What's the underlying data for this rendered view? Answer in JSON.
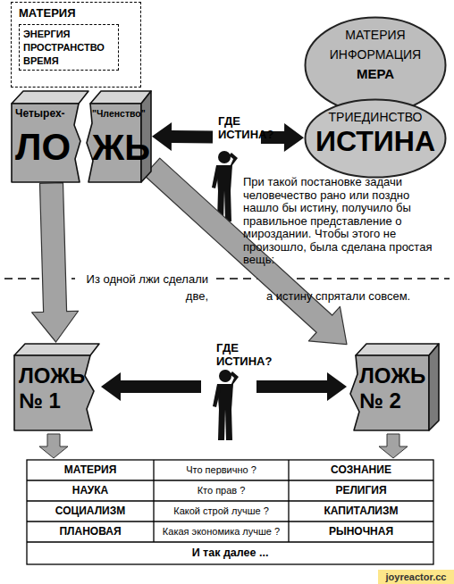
{
  "diagram": {
    "nodes": [
      {
        "text": [
          "МАТЕРИЯ"
        ]
      },
      {
        "text": [
          "ЭНЕРГИЯ ПРОСТРАНСТВО ВРЕМЯ"
        ],
        "in": 0
      },
      {
        "text": [
          "Четырех-",
          "ЛО"
        ]
      },
      {
        "text": [
          "\"Членство\"",
          "ЖЬ"
        ]
      },
      {
        "text": [
          "МАТЕРИЯ ИНФОРМАЦИЯ",
          "МЕРА"
        ]
      },
      {
        "text": [
          "ТРИЕДИНСТВО",
          "ИСТИНА"
        ]
      },
      {
        "text": [
          "ЛОЖЬ № 1"
        ]
      },
      {
        "text": [
          "ЛОЖЬ № 2"
        ]
      }
    ],
    "edges": [
      {
        "from": 3,
        "to": 5,
        "arrow": "both",
        "label": "ГДЕ ИСТИНА?"
      },
      {
        "from": 2,
        "to": 6,
        "arrow": "to"
      },
      {
        "from": 3,
        "to": 7,
        "arrow": "to"
      },
      {
        "from": 6,
        "to": 7,
        "arrow": "both",
        "label": "ГДЕ ИСТИНА?"
      }
    ],
    "labels": [
      "При такой постановке задачи человечество рано или поздно нашло бы истину, получило бы правильное представление о мироздании. Чтобы этого не произошло, была сделана простая вещь:",
      "Из одной лжи сделали две,",
      "а истину спрятали совсем.",
      "МАТЕРИЯ",
      "Что первично ?",
      "СОЗНАНИЕ",
      "НАУКА",
      "Кто прав ?",
      "РЕЛИГИЯ",
      "СОЦИАЛИЗМ",
      "Какой строй лучше ?",
      "КАПИТАЛИЗМ",
      "ПЛАНОВАЯ",
      "Какая экономика лучше ?",
      "РЫНОЧНАЯ",
      "И так далее ...",
      "joyreactor.cc"
    ]
  }
}
